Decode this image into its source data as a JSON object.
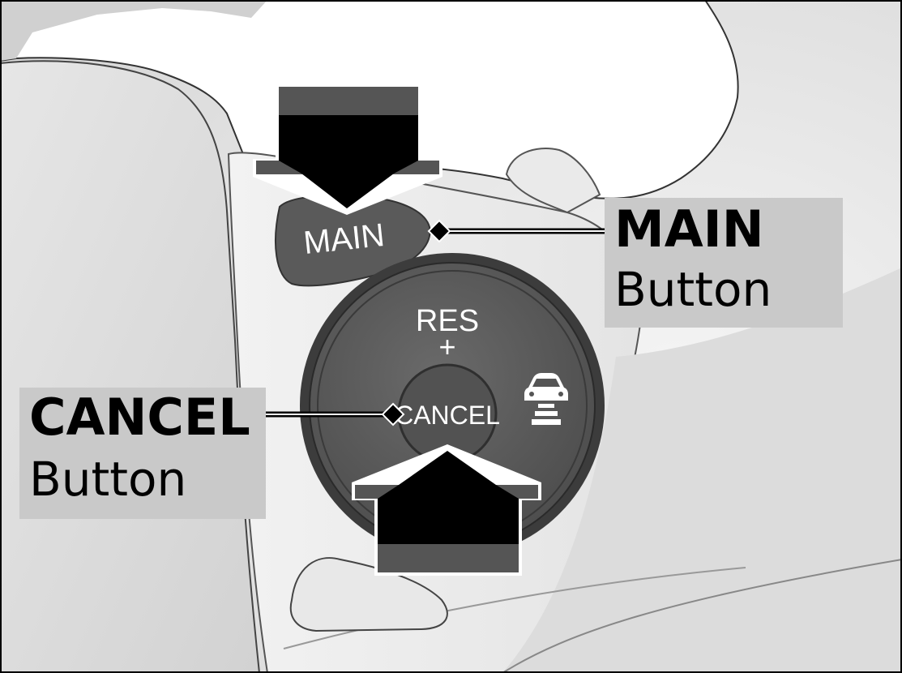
{
  "callouts": {
    "main": {
      "title": "MAIN",
      "subtitle": "Button"
    },
    "cancel": {
      "title": "CANCEL",
      "subtitle": "Button"
    }
  },
  "buttons": {
    "main_label": "MAIN",
    "res_label": "RES",
    "plus_label": "+",
    "cancel_label": "CANCEL"
  },
  "icons": {
    "lane": "car-following-distance-icon",
    "arrow_main": "press-arrow-down-icon",
    "arrow_cancel": "press-arrow-up-icon"
  },
  "colors": {
    "callout_bg": "#c9c9c9",
    "button_dark": "#5a5a5a",
    "arrow": "#000000"
  }
}
